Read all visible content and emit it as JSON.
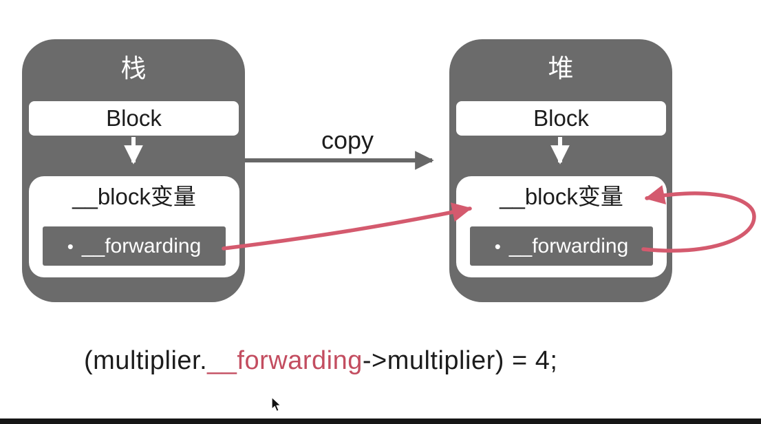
{
  "stack": {
    "title": "栈",
    "block_label": "Block",
    "var_label": "__block变量",
    "pointer": {
      "bullet": "•",
      "label": "__forwarding"
    }
  },
  "heap": {
    "title": "堆",
    "block_label": "Block",
    "var_label": "__block变量",
    "pointer": {
      "bullet": "•",
      "label": "__forwarding"
    }
  },
  "copy_label": "copy",
  "code": {
    "prefix": "(multiplier.",
    "highlight": "__forwarding",
    "suffix": "->multiplier) = 4;"
  },
  "colors": {
    "container_gray": "#6b6b6b",
    "arrow_gray": "#676767",
    "arrow_red": "#d45a6e",
    "code_red": "#c34d60",
    "text_black": "#1c1c1c"
  }
}
